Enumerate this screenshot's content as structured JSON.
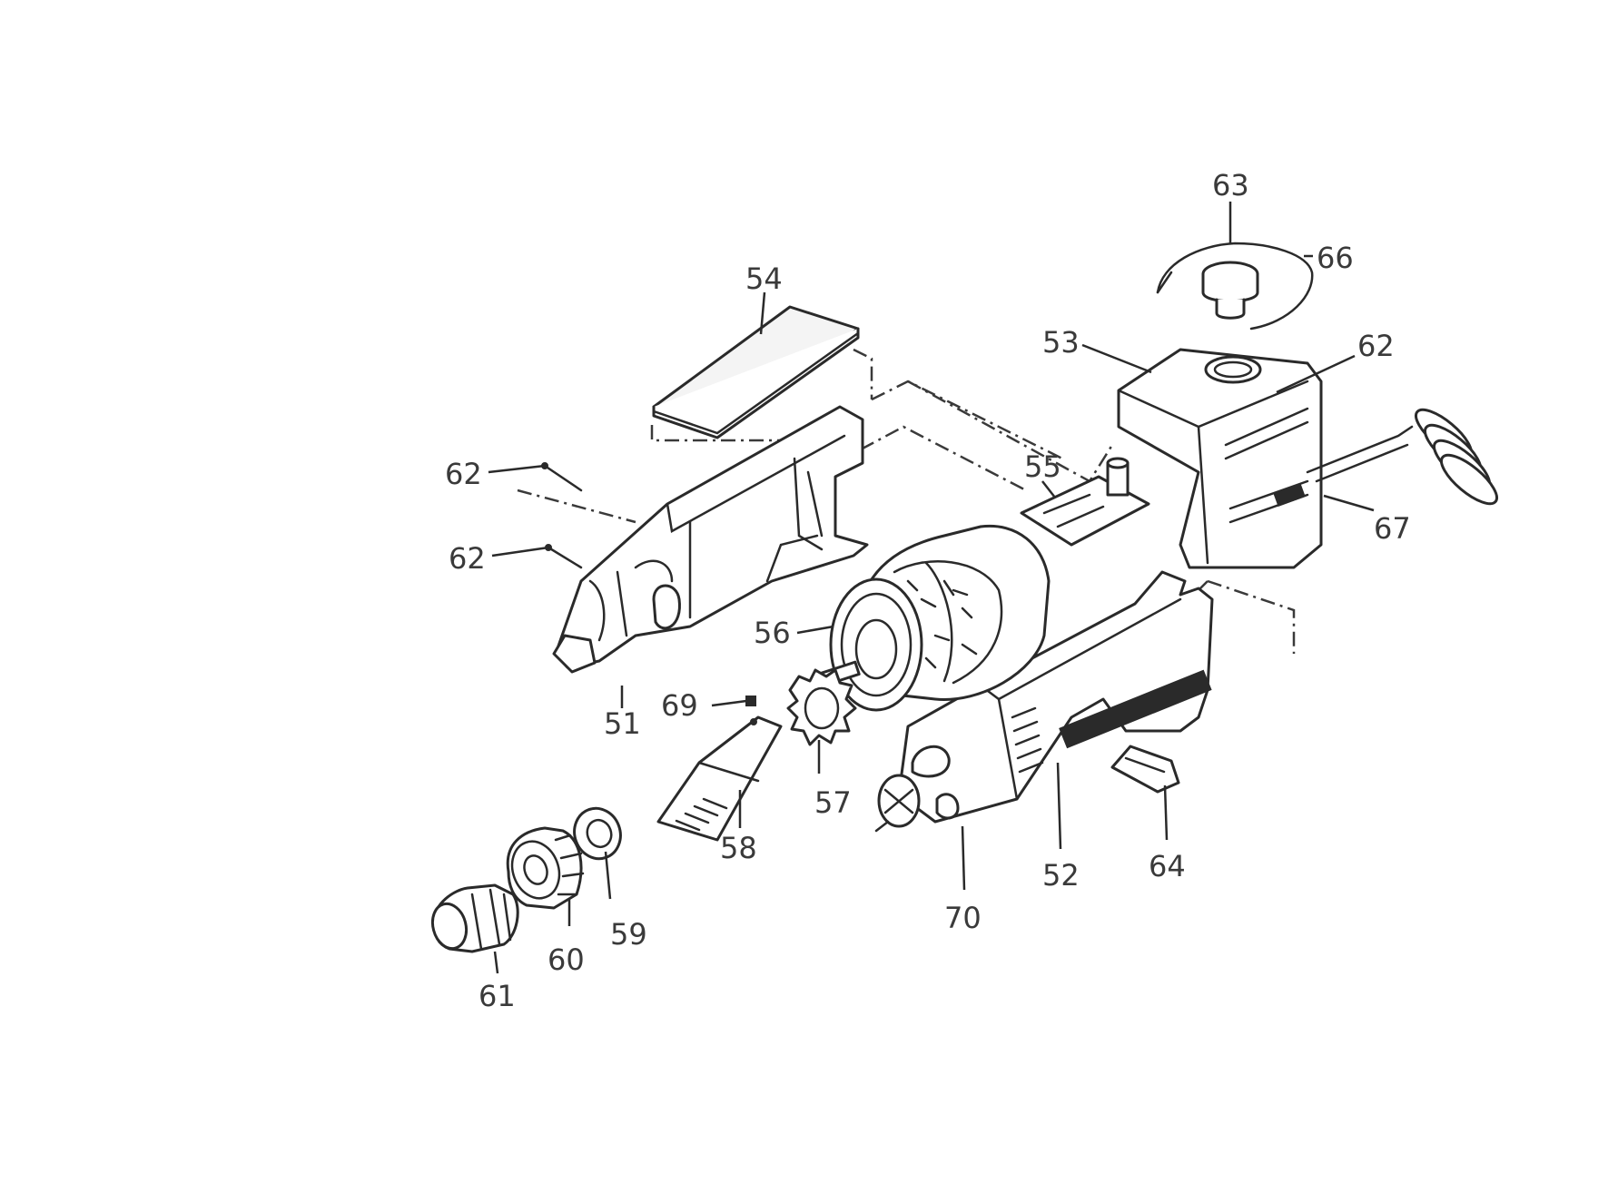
{
  "callouts": {
    "c51": "51",
    "c52": "52",
    "c53": "53",
    "c54": "54",
    "c55": "55",
    "c56": "56",
    "c57": "57",
    "c58": "58",
    "c59": "59",
    "c60": "60",
    "c61": "61",
    "c62a": "62",
    "c62b": "62",
    "c62c": "62",
    "c63": "63",
    "c64": "64",
    "c66": "66",
    "c67": "67",
    "c69": "69",
    "c70": "70"
  }
}
